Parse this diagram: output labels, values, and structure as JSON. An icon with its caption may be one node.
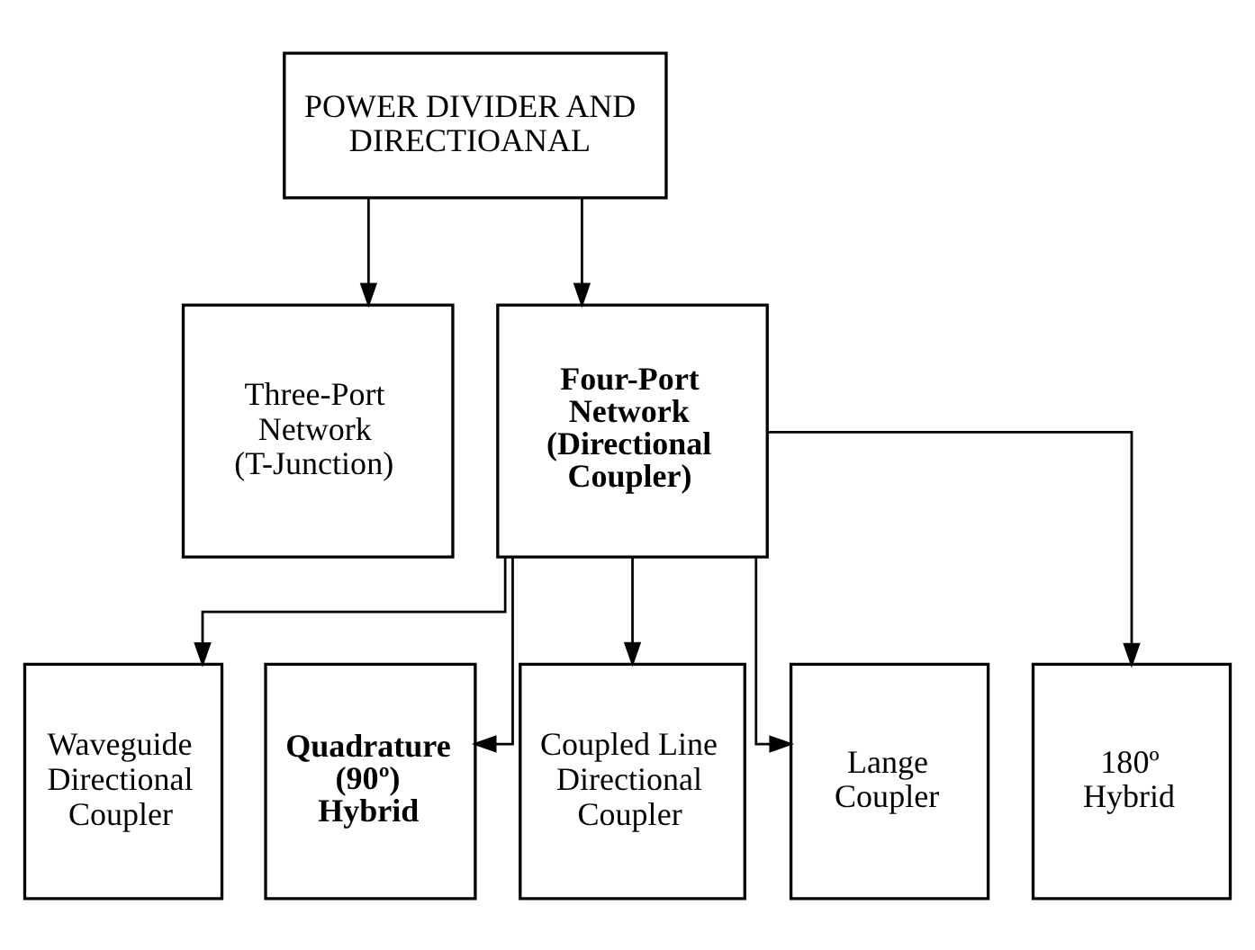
{
  "diagram": {
    "nodes": [
      {
        "text": [
          "POWER DIVIDER AND DIRECTIOANAL"
        ]
      },
      {
        "text": [
          "Three-Port Network (T-Junction)"
        ]
      },
      {
        "text": [
          "Four-Port Network (Directional Coupler)"
        ]
      },
      {
        "text": [
          "Waveguide Directional Coupler"
        ]
      },
      {
        "text": [
          "Quadrature (90º) Hybrid"
        ]
      },
      {
        "text": [
          "Coupled Line Directional Coupler"
        ]
      },
      {
        "text": [
          "Lange Coupler"
        ]
      },
      {
        "text": [
          "180º Hybrid"
        ]
      }
    ],
    "edges": [
      {
        "from": 0,
        "to": 1,
        "arrow": "to"
      },
      {
        "from": 0,
        "to": 2,
        "arrow": "to"
      },
      {
        "from": 2,
        "to": 3,
        "arrow": "to"
      },
      {
        "from": 2,
        "to": 4,
        "arrow": "to"
      },
      {
        "from": 2,
        "to": 5,
        "arrow": "to"
      },
      {
        "from": 2,
        "to": 6,
        "arrow": "to"
      },
      {
        "from": 2,
        "to": 7,
        "arrow": "to"
      }
    ]
  }
}
